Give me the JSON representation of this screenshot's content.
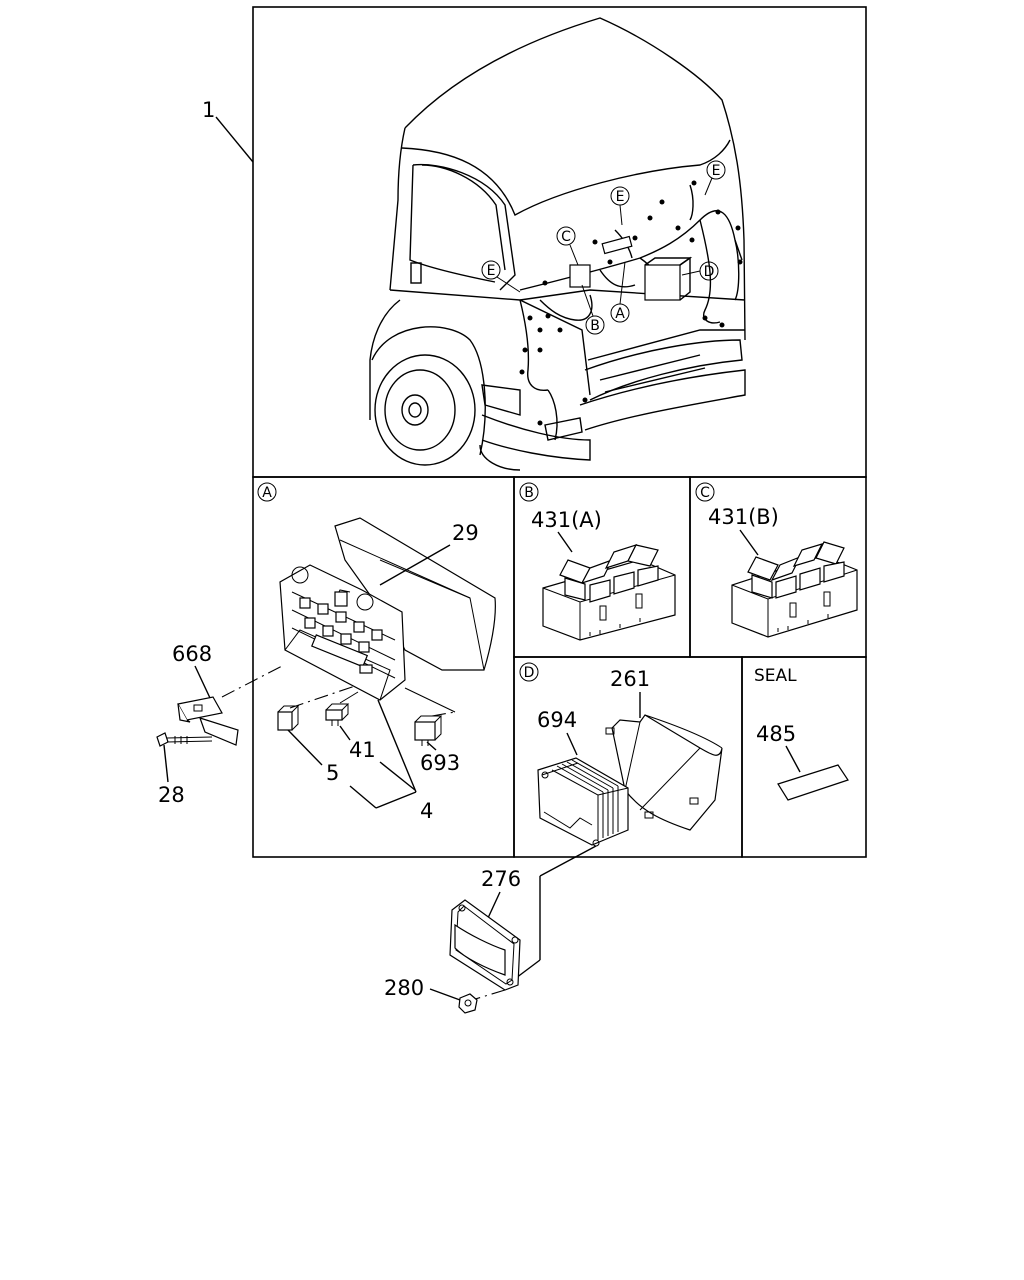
{
  "callouts": {
    "harness": "1",
    "fuse_box_cover": "29",
    "bracket": "668",
    "bolt_28": "28",
    "fuse_5": "5",
    "fuse_41": "41",
    "fuse_assy": "4",
    "relay_693": "693",
    "relay_431a": "431(A)",
    "relay_431b": "431(B)",
    "controller_694": "694",
    "cover_261": "261",
    "seal_485": "485",
    "bracket_276": "276",
    "nut_280": "280"
  },
  "panels": {
    "a": "A",
    "b": "B",
    "c": "C",
    "d": "D",
    "seal_title": "SEAL"
  },
  "harness_markers": {
    "a": "A",
    "b": "B",
    "c": "C",
    "d": "D",
    "e1": "E",
    "e2": "E",
    "e3": "E"
  }
}
